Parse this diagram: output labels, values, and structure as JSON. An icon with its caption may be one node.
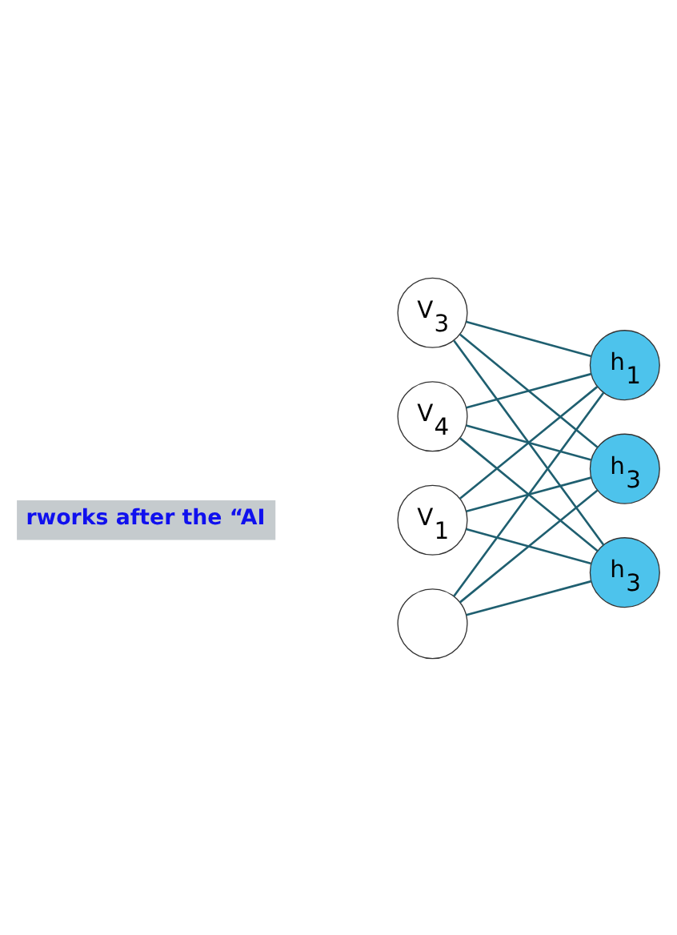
{
  "diagram": {
    "nodes": [
      {
        "text": [
          "V$_{1}$"
        ]
      },
      {
        "text": [],
        "shape": "circle"
      },
      {
        "text": [
          "V$_{3}$"
        ]
      },
      {
        "text": [
          "V$_{4}$"
        ]
      },
      {
        "text": [
          "h$_{1}$"
        ]
      },
      {
        "text": [
          "h$_{3}$"
        ]
      },
      {
        "text": [
          "h$_{3}$"
        ]
      }
    ],
    "edges": [
      {
        "from": 0,
        "to": 4,
        "arrow": "none"
      },
      {
        "from": 0,
        "to": 5,
        "arrow": "none"
      },
      {
        "from": 0,
        "to": 6,
        "arrow": "none"
      },
      {
        "from": 1,
        "to": 4,
        "arrow": "none"
      },
      {
        "from": 1,
        "to": 5,
        "arrow": "none"
      },
      {
        "from": 1,
        "to": 6,
        "arrow": "none"
      },
      {
        "from": 2,
        "to": 4,
        "arrow": "none"
      },
      {
        "from": 2,
        "to": 5,
        "arrow": "none"
      },
      {
        "from": 2,
        "to": 6,
        "arrow": "none"
      },
      {
        "from": 3,
        "to": 4,
        "arrow": "none"
      },
      {
        "from": 3,
        "to": 5,
        "arrow": "none"
      },
      {
        "from": 3,
        "to": 6,
        "arrow": "none"
      }
    ],
    "labels": [
      "rworks after the “AI"
    ]
  }
}
